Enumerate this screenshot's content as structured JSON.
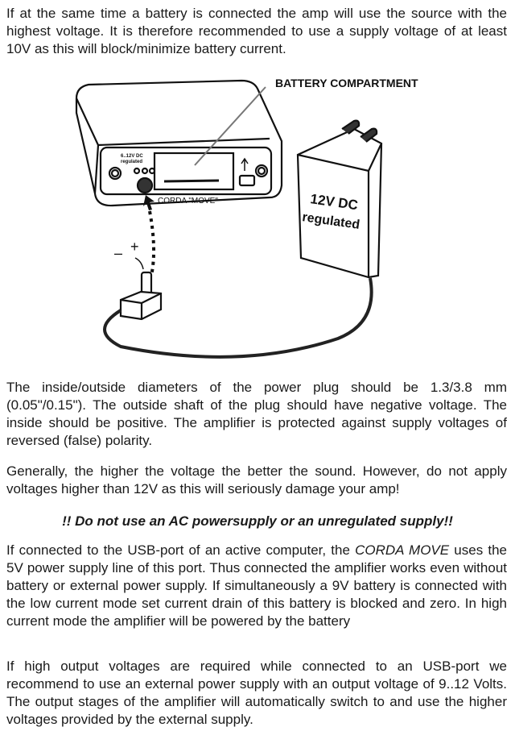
{
  "paragraphs": [
    "If at the same time a battery is connected the amp will use the source with the highest voltage. It is therefore recommended to use a supply voltage of at least 10V as this will block/minimize battery current.",
    "The inside/outside diameters of the power plug should be 1.3/3.8 mm (0.05\"/0.15\"). The outside shaft of the plug should have negative voltage. The inside should be positive. The amplifier is protected against supply voltages of reversed (false) polarity.",
    "Generally, the higher the voltage the better the sound. However, do not apply voltages higher than 12V as this will seriously damage your amp!",
    "If connected to the USB-port of an active computer, the",
    "CORDA MOVE",
    "uses the 5V power supply line of this port. Thus connected the amplifier works even without battery or external power supply. If simultaneously a 9V battery is connected with the low current mode set current drain of this battery is blocked and zero. In high current mode the amplifier will be powered by the battery",
    "If high output voltages are required while connected to an USB-port we recommend to use an external power supply with an output voltage of 9..12 Volts. The output stages of the amplifier will automatically switch to and use the higher voltages provided by the external supply."
  ],
  "warning": "!! Do not use an AC powersupply or an unregulated supply!!",
  "diagram": {
    "battery_label": "BATTERY COMPARTMENT",
    "input_label_1": "6..12V DC",
    "input_label_2": "regulated",
    "device_label": "CORDA \"MOVE\"",
    "adapter_label_1": "12V DC",
    "adapter_label_2": "regulated",
    "polarity_minus": "–",
    "polarity_plus": "+"
  }
}
